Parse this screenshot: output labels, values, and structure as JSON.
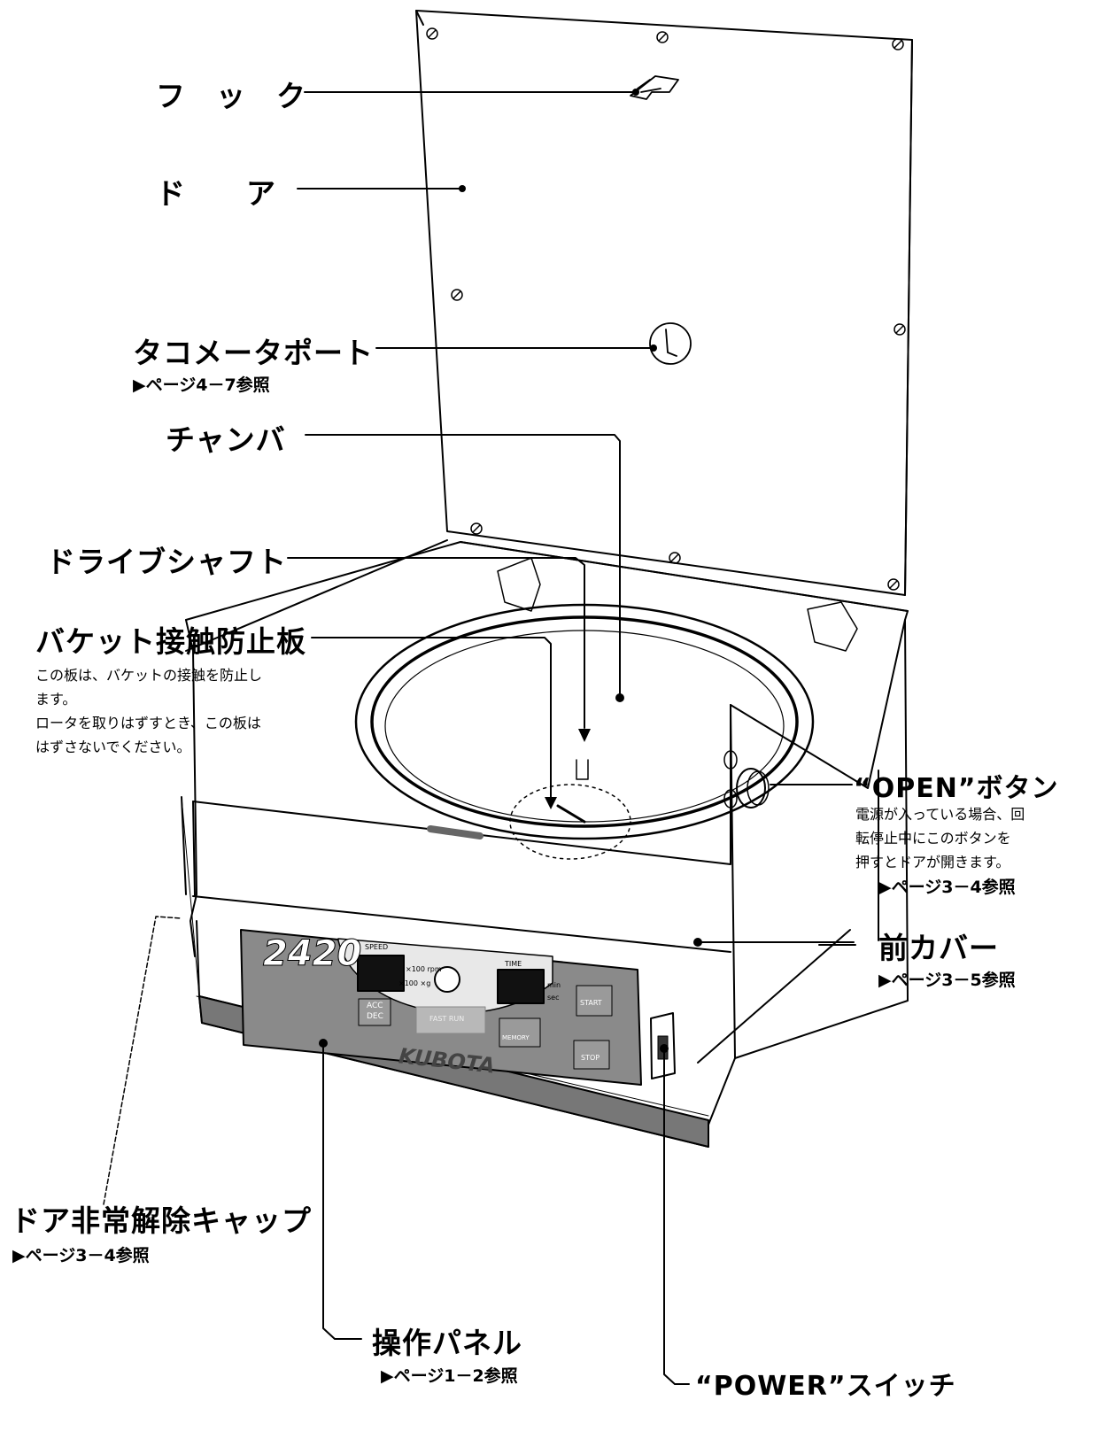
{
  "labels": {
    "hook": "フ　ッ　ク",
    "door": "ド　　ア",
    "tacho_port": "タコメータポート",
    "tacho_ref": "▶ページ4－7参照",
    "chamber": "チャンバ",
    "drive_shaft": "ドライブシャフト",
    "bucket_plate": "バケット接触防止板",
    "bucket_note_1": "この板は、バケットの接触を防止し",
    "bucket_note_2": "ます。",
    "bucket_note_3": "ロータを取りはずすとき、この板は",
    "bucket_note_4": "はずさないでください。",
    "open_button": "“OPEN”ボタン",
    "open_note_1": "電源が入っている場合、回",
    "open_note_2": "転停止中にこのボタンを",
    "open_note_3": "押すとドアが開きます。",
    "open_ref": "▶ページ3－4参照",
    "front_cover": "前カバー",
    "front_ref": "▶ページ3－5参照",
    "emergency_cap": "ドア非常解除キャップ",
    "emergency_ref": "▶ページ3－4参照",
    "panel": "操作パネル",
    "panel_ref": "▶ページ1－2参照",
    "power_switch": "“POWER”スイッチ"
  },
  "device": {
    "model": "2420",
    "brand": "KUBOTA",
    "speed_label": "SPEED",
    "speed_unit_1": "×100 rpm",
    "speed_unit_2": "×100 ×g",
    "time_label": "TIME",
    "time_unit_1": "min",
    "time_unit_2": "sec",
    "acc_label": "ACC",
    "dec_label": "DEC",
    "fast_run_label": "FAST RUN",
    "memory_label": "MEMORY",
    "start_label": "START",
    "stop_label": "STOP"
  }
}
